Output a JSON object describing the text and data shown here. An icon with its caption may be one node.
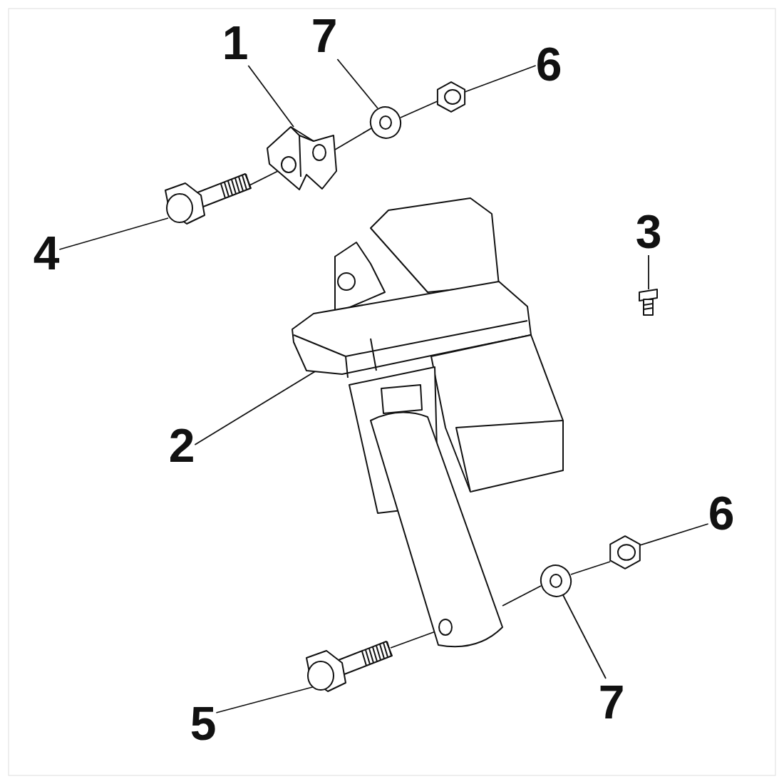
{
  "diagram": {
    "nodes": [
      {
        "text": [
          "1"
        ]
      },
      {
        "text": [
          "7"
        ]
      },
      {
        "text": [
          "6"
        ]
      },
      {
        "text": [],
        "shape": "picture"
      },
      {
        "text": [],
        "shape": "picture"
      },
      {
        "text": [],
        "shape": "picture"
      },
      {
        "text": [],
        "shape": "picture"
      },
      {
        "text": [
          "4"
        ]
      },
      {
        "text": [
          "3"
        ]
      },
      {
        "text": [],
        "shape": "picture"
      },
      {
        "text": [],
        "shape": "picture"
      },
      {
        "text": [
          "2"
        ]
      },
      {
        "text": [
          "6"
        ]
      },
      {
        "text": [],
        "shape": "picture"
      },
      {
        "text": [],
        "shape": "picture"
      },
      {
        "text": [],
        "shape": "picture"
      },
      {
        "text": [
          "7"
        ]
      },
      {
        "text": [
          "5"
        ]
      }
    ],
    "edges": [
      {
        "from": 0,
        "to": 3,
        "arrow": "none"
      },
      {
        "from": 1,
        "to": 4,
        "arrow": "none"
      },
      {
        "from": 2,
        "to": 5,
        "arrow": "none"
      },
      {
        "from": 7,
        "to": 6,
        "arrow": "none"
      },
      {
        "from": 8,
        "to": 9,
        "arrow": "none"
      },
      {
        "from": 11,
        "to": 10,
        "arrow": "none"
      },
      {
        "from": 12,
        "to": 13,
        "arrow": "none"
      },
      {
        "from": 16,
        "to": 14,
        "arrow": "none"
      },
      {
        "from": 17,
        "to": 15,
        "arrow": "none"
      },
      {
        "from": 6,
        "to": 3,
        "arrow": "none"
      },
      {
        "from": 3,
        "to": 4,
        "arrow": "none"
      },
      {
        "from": 4,
        "to": 5,
        "arrow": "none"
      },
      {
        "from": 15,
        "to": 10,
        "arrow": "none"
      },
      {
        "from": 10,
        "to": 14,
        "arrow": "none"
      },
      {
        "from": 14,
        "to": 13,
        "arrow": "none"
      }
    ]
  }
}
